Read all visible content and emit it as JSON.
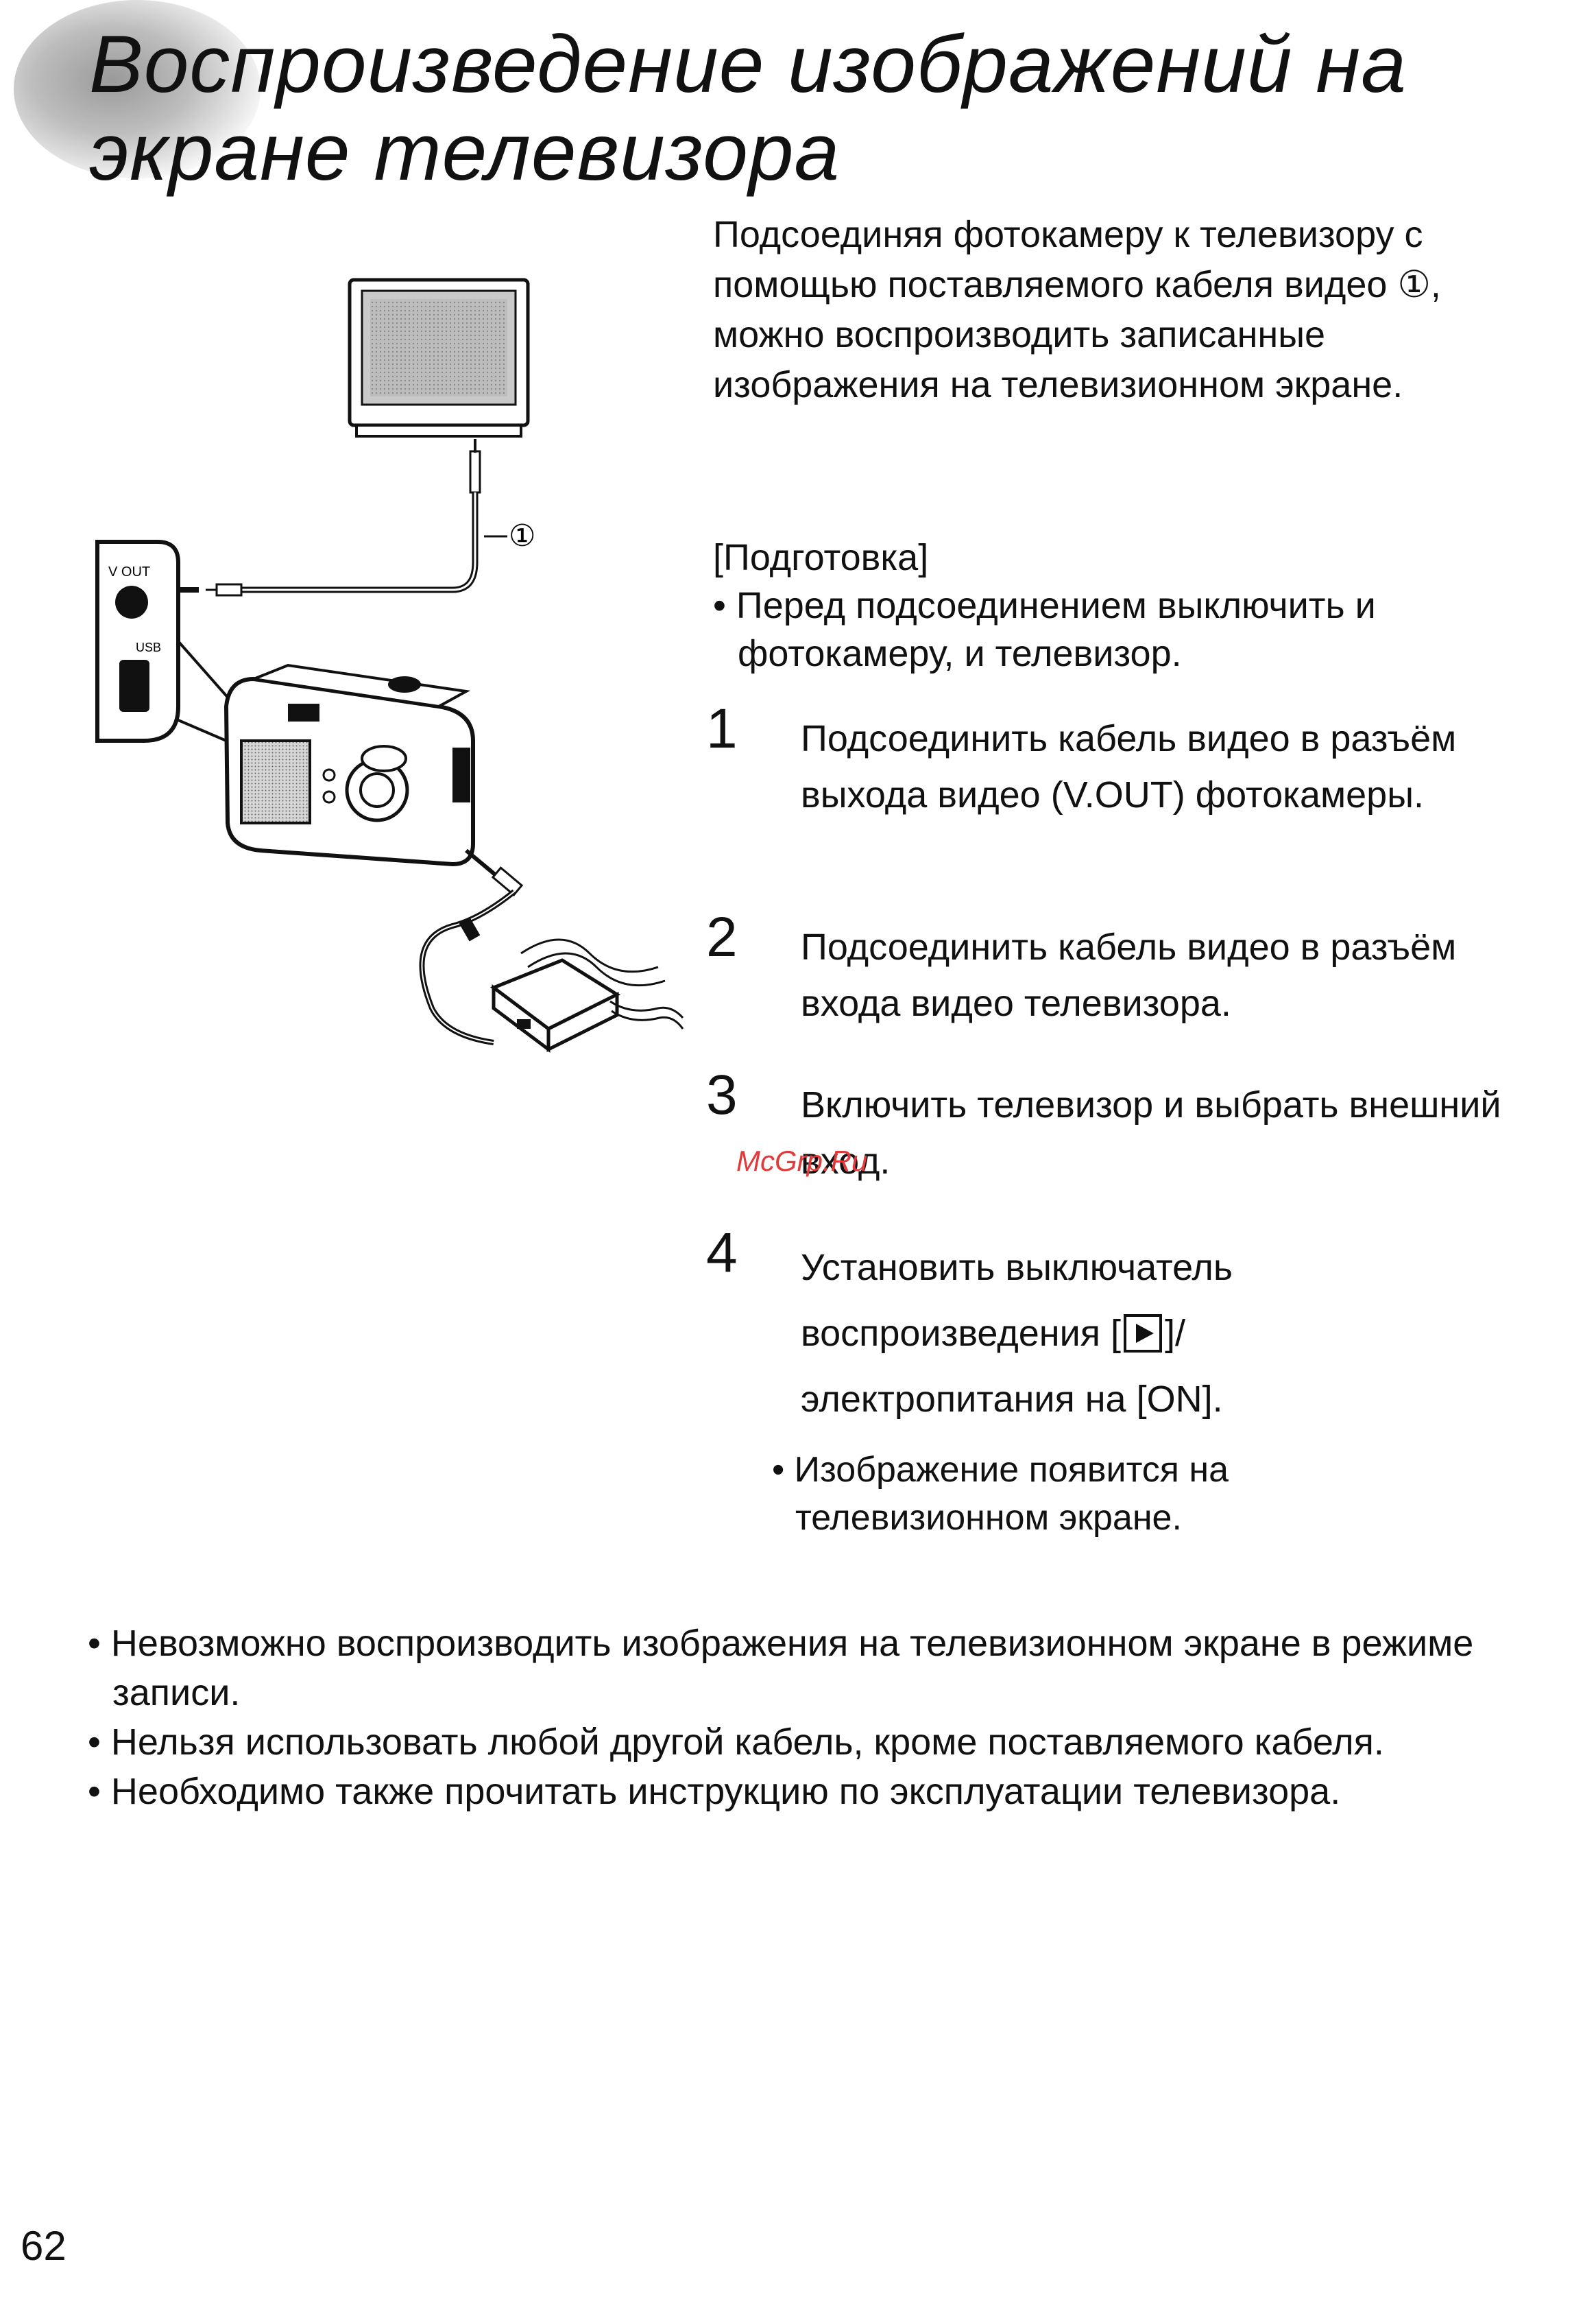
{
  "title": {
    "line1": "Воспроизведение изображений на",
    "line2": "экране телевизора"
  },
  "intro": "Подсоединяя фотокамеру к телевизору с помощью поставляемого кабеля видео ①, можно воспроизводить записанные изображения на телевизионном экране.",
  "preparation": {
    "heading": "[Подготовка]",
    "bullet": "• Перед подсоединением выключить и фотокамеру, и телевизор."
  },
  "steps": [
    {
      "num": "1",
      "text": "Подсоединить кабель видео в разъём выхода видео (V.OUT) фотокамеры."
    },
    {
      "num": "2",
      "text": "Подсоединить кабель видео в разъём входа видео телевизора."
    },
    {
      "num": "3",
      "text": "Включить телевизор и выбрать внешний вход."
    },
    {
      "num": "4",
      "text_line1": "Установить выключатель",
      "text_line2a": "воспроизведения [",
      "text_line2b": "]/",
      "text_line3": "электропитания на [ON].",
      "sub_bullet": "• Изображение появится на телевизионном экране."
    }
  ],
  "figure": {
    "vout_label": "V OUT",
    "usb_label": "USB",
    "cable_callout": "①",
    "icons": [
      "television-icon",
      "camera-icon",
      "vout-jack-icon",
      "usb-port-icon",
      "video-cable-icon",
      "power-adapter-icon"
    ]
  },
  "watermark": "McGrp.Ru",
  "notes": [
    "• Невозможно воспроизводить изображения на телевизионном экране в режиме записи.",
    "• Нельзя использовать любой другой кабель, кроме поставляемого кабеля.",
    "• Необходимо также прочитать инструкцию по эксплуатации телевизора."
  ],
  "page_number": "62",
  "colors": {
    "text": "#111111",
    "watermark": "#e03a3a"
  }
}
